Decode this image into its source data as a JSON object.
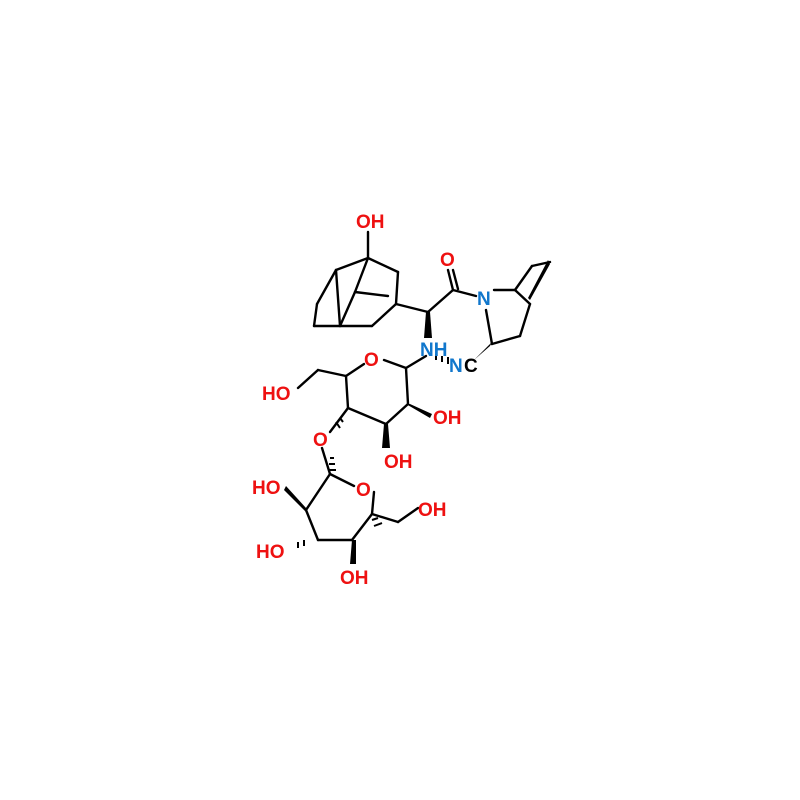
{
  "colors": {
    "oxygen": "#ee1111",
    "nitrogen": "#1177cc",
    "bond": "#000000",
    "background": "#ffffff"
  },
  "labels": {
    "oh_adamantane": "OH",
    "carbonyl_o": "O",
    "amide_n": "N",
    "nh": "NH",
    "nitrile_n": "N",
    "nitrile_c": "C",
    "ring1_o": "O",
    "ring1_ch2oh": "HO",
    "ring1_oh3": "OH",
    "ring1_oh2": "OH",
    "glyco_o": "O",
    "ring2_o": "O",
    "ring2_ch2oh": "OH",
    "ring2_oh_left": "HO",
    "ring2_oh_lowleft": "HO",
    "ring2_oh_bottom": "OH"
  }
}
